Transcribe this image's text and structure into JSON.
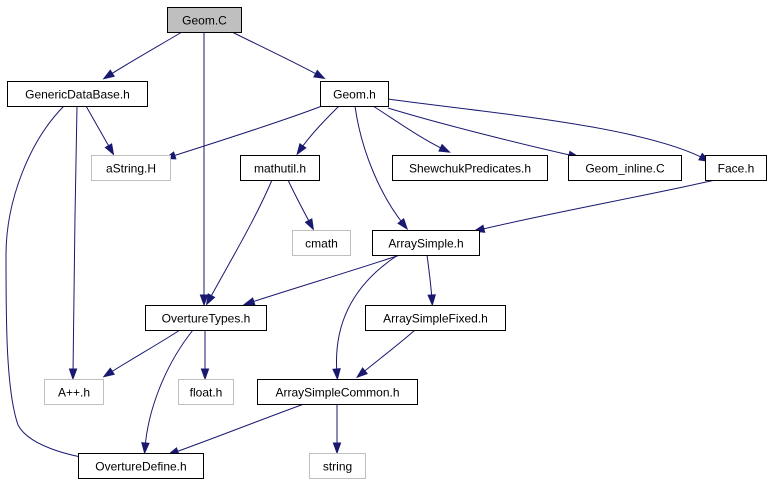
{
  "colors": {
    "edge": "#191970",
    "box_border": "#000000",
    "missing_border": "#bfbfbf",
    "root_fill": "#bfbfbf",
    "text": "#000000",
    "missing_text": "#808080"
  },
  "nodes": [
    {
      "id": "geom_c",
      "label": "Geom.C",
      "kind": "root"
    },
    {
      "id": "genericdatabase_h",
      "label": "GenericDataBase.h",
      "kind": "normal"
    },
    {
      "id": "geom_h",
      "label": "Geom.h",
      "kind": "normal"
    },
    {
      "id": "astring_h",
      "label": "aString.H",
      "kind": "missing"
    },
    {
      "id": "mathutil_h",
      "label": "mathutil.h",
      "kind": "normal"
    },
    {
      "id": "shewchuk_h",
      "label": "ShewchukPredicates.h",
      "kind": "normal"
    },
    {
      "id": "geom_inline_c",
      "label": "Geom_inline.C",
      "kind": "normal"
    },
    {
      "id": "face_h",
      "label": "Face.h",
      "kind": "normal"
    },
    {
      "id": "cmath",
      "label": "cmath",
      "kind": "missing"
    },
    {
      "id": "arraysimple_h",
      "label": "ArraySimple.h",
      "kind": "normal"
    },
    {
      "id": "overturetypes_h",
      "label": "OvertureTypes.h",
      "kind": "normal"
    },
    {
      "id": "arraysimplefixed_h",
      "label": "ArraySimpleFixed.h",
      "kind": "normal"
    },
    {
      "id": "app_h",
      "label": "A++.h",
      "kind": "missing"
    },
    {
      "id": "float_h",
      "label": "float.h",
      "kind": "missing"
    },
    {
      "id": "arraysimplecommon_h",
      "label": "ArraySimpleCommon.h",
      "kind": "normal"
    },
    {
      "id": "overturedefine_h",
      "label": "OvertureDefine.h",
      "kind": "normal"
    },
    {
      "id": "string",
      "label": "string",
      "kind": "missing"
    }
  ],
  "edges": [
    {
      "from": "geom_c",
      "to": "genericdatabase_h"
    },
    {
      "from": "geom_c",
      "to": "geom_h"
    },
    {
      "from": "geom_c",
      "to": "overturetypes_h"
    },
    {
      "from": "genericdatabase_h",
      "to": "astring_h"
    },
    {
      "from": "genericdatabase_h",
      "to": "app_h"
    },
    {
      "from": "genericdatabase_h",
      "to": "overturedefine_h"
    },
    {
      "from": "geom_h",
      "to": "astring_h"
    },
    {
      "from": "geom_h",
      "to": "mathutil_h"
    },
    {
      "from": "geom_h",
      "to": "shewchuk_h"
    },
    {
      "from": "geom_h",
      "to": "geom_inline_c"
    },
    {
      "from": "geom_h",
      "to": "face_h"
    },
    {
      "from": "geom_h",
      "to": "arraysimple_h"
    },
    {
      "from": "mathutil_h",
      "to": "cmath"
    },
    {
      "from": "mathutil_h",
      "to": "overturetypes_h"
    },
    {
      "from": "face_h",
      "to": "arraysimple_h"
    },
    {
      "from": "arraysimple_h",
      "to": "overturetypes_h"
    },
    {
      "from": "arraysimple_h",
      "to": "arraysimplefixed_h"
    },
    {
      "from": "arraysimple_h",
      "to": "arraysimplecommon_h"
    },
    {
      "from": "arraysimplefixed_h",
      "to": "arraysimplecommon_h"
    },
    {
      "from": "overturetypes_h",
      "to": "app_h"
    },
    {
      "from": "overturetypes_h",
      "to": "float_h"
    },
    {
      "from": "overturetypes_h",
      "to": "overturedefine_h"
    },
    {
      "from": "arraysimplecommon_h",
      "to": "overturedefine_h"
    },
    {
      "from": "arraysimplecommon_h",
      "to": "string"
    }
  ]
}
